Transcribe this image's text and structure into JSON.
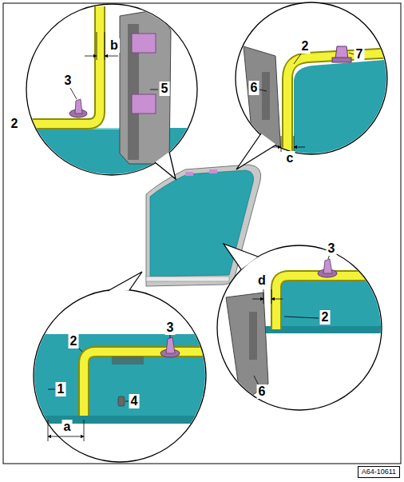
{
  "diagram": {
    "nodes": [
      {
        "text": [
          "A64-10611"
        ]
      }
    ],
    "labels": [
      "b",
      "3",
      "2",
      "5",
      "2",
      "6",
      "7",
      "c",
      "3",
      "d",
      "2",
      "6",
      "2",
      "1",
      "3",
      "4",
      "a"
    ]
  }
}
